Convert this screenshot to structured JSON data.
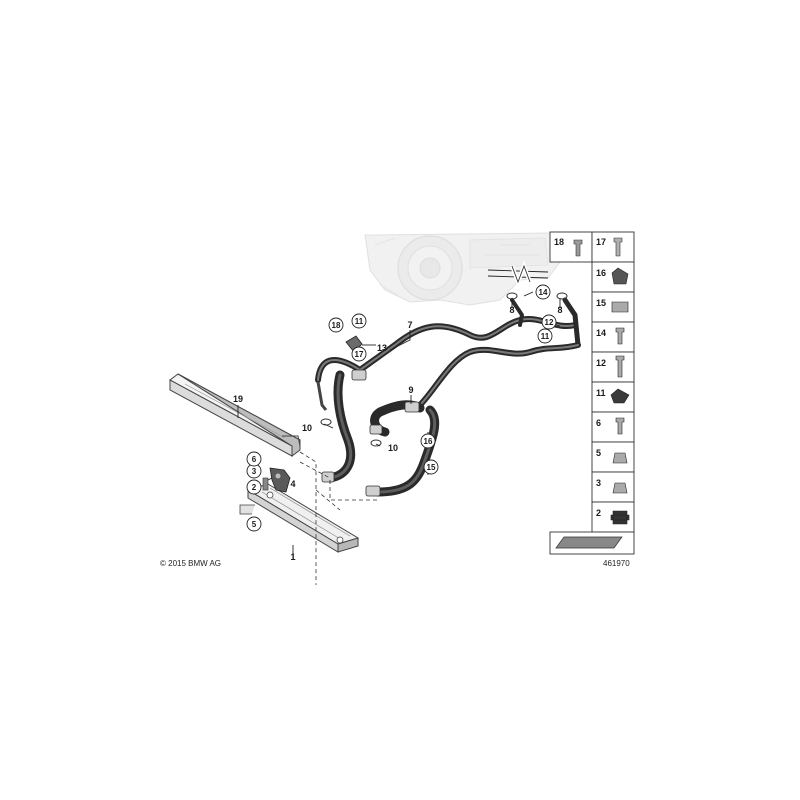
{
  "copyright": "© 2015 BMW AG",
  "diagram_id": "461970",
  "callouts": {
    "c1": "1",
    "c2": "2",
    "c3": "3",
    "c4": "4",
    "c5": "5",
    "c6": "6",
    "c7": "7",
    "c8a": "8",
    "c8b": "8",
    "c9": "9",
    "c10a": "10",
    "c10b": "10",
    "c11a": "11",
    "c11b": "11",
    "c12": "12",
    "c13": "13",
    "c14": "14",
    "c15": "15",
    "c16": "16",
    "c17": "17",
    "c18": "18",
    "c19": "19"
  },
  "parts_table": {
    "top_row": [
      "18",
      "17"
    ],
    "rows": [
      "16",
      "15",
      "14",
      "12",
      "11",
      "6",
      "5",
      "3",
      "2"
    ]
  }
}
